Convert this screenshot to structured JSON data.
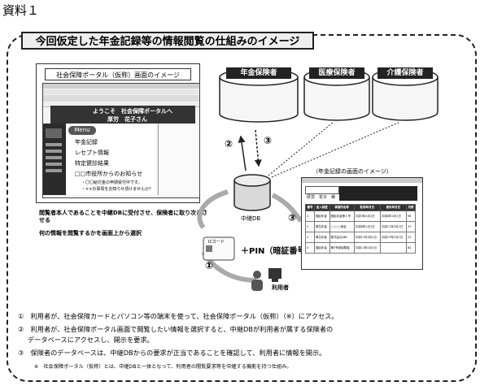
{
  "doc_label": "資料１",
  "title": "今回仮定した年金記録等の情報閲覧の仕組みのイメージ",
  "portal": {
    "caption": "社会保障ポータル（仮称）画面のイメージ",
    "welcome_line1": "ようこそ　社会保障ポータルへ",
    "welcome_line2": "厚労　花子さん",
    "menu_label": "Menu",
    "menu_items": [
      "年金記録",
      "レセプト情報",
      "特定健診結果",
      "□□市役所からのお知らせ"
    ],
    "sub_items": [
      "・〇〇給付金の申請受付中です。",
      "・××の事情をお知らせ頂けませんか？"
    ]
  },
  "notes_left": {
    "note1": "閲覧者本人であることを中継DBに受付させ、保険者に取り次ぎさせる",
    "note2": "何の情報を閲覧するかを画面上から選択"
  },
  "insurers": {
    "pension": "年金保険者",
    "medical": "医療保険者",
    "care": "介護保険者"
  },
  "relay_db": "中継DB",
  "pension_screen": {
    "caption": "（年金記録の画面のイメージ）",
    "name_line": "厚労　花子　様",
    "headers": [
      "番号",
      "加入制度",
      "事業所名称",
      "取得年月日",
      "喪失年月日",
      "月数"
    ],
    "rows": [
      [
        "1",
        "国民年金",
        "国民年金第１号",
        "平成3年4月1日",
        "平成8年2月1日",
        "58"
      ],
      [
        "2",
        "厚生年金",
        "○○○○商会",
        "平成8年2月1日",
        "平成11年3月1日",
        "37"
      ],
      [
        "3",
        "厚生年金",
        "株式会社ABC",
        "平成11年3月1日",
        "平成13年1月1日",
        "22"
      ],
      [
        "4",
        "国民年金",
        "第3号被保険者",
        "平成13年1月1日",
        "",
        "82"
      ]
    ]
  },
  "card_label": "ICカード",
  "pin_label": "＋PIN（暗証番号）",
  "user_label": "利用者",
  "steps": {
    "s1": "①",
    "s2": "②",
    "s3": "③"
  },
  "bottom_notes": {
    "n1": "①　利用者が、社会保障カードとパソコン等の端末を使って、社会保障ポータル（仮称）（※）にアクセス。",
    "n2a": "②　利用者が、社会保障ポータル画面で閲覧したい情報を選択すると、中継DBが利用者が属する保険者の",
    "n2b": "データベースにアクセスし、開示を要求。",
    "n3": "③　保険者のデータベースは、中継DBからの要求が正当であることを確認して、利用者に情報を開示。",
    "footnote": "※　社会保障ポータル（仮称）とは、中継DBと一体となって、利用者の閲覧要求等を中継する機能を持つ仕組み。"
  }
}
